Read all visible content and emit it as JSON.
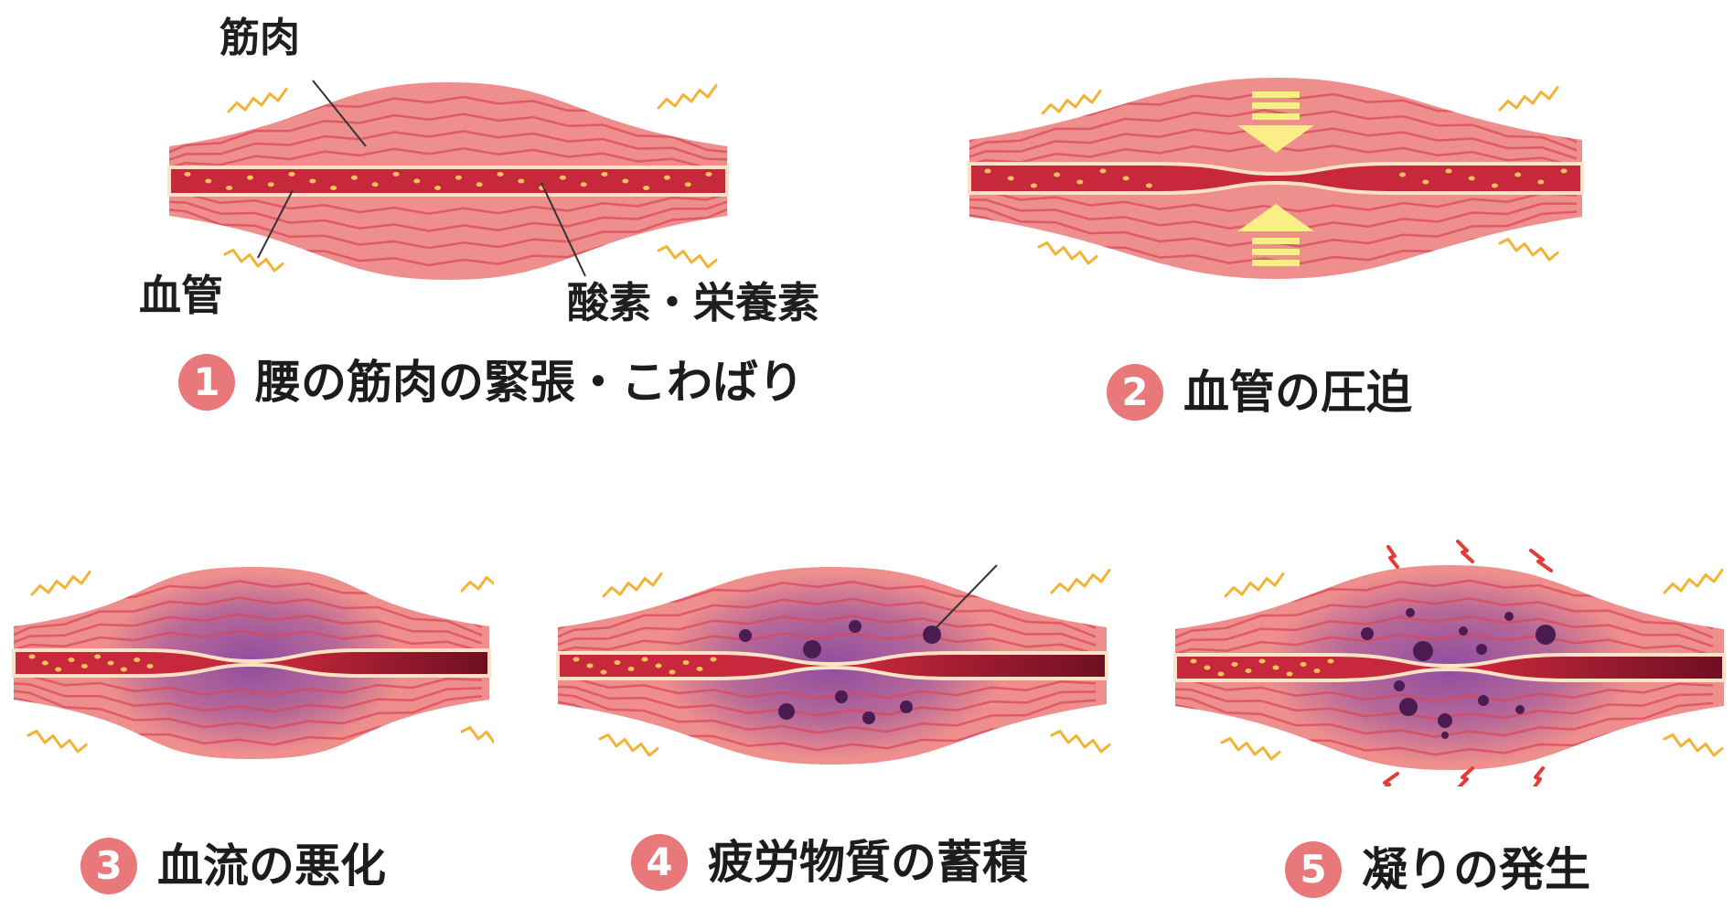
{
  "colors": {
    "muscle": "#ef8f8d",
    "muscle_stripe": "#d9475a",
    "vessel_red": "#c8283c",
    "vessel_dark": "#6e0e22",
    "vessel_wall": "#fde3c6",
    "nutrient": "#f7c45a",
    "squiggle": "#f3b233",
    "arrow": "#fbee86",
    "fatigue": "#8a4aa0",
    "dot": "#4a1c52",
    "spark": "#e63a36",
    "badge": "#e8787a"
  },
  "labels": {
    "muscle": "筋肉",
    "vessel": "血管",
    "oxygen": "酸素・栄養素"
  },
  "steps": [
    {
      "number": "1",
      "caption": "腰の筋肉の緊張・こわばり"
    },
    {
      "number": "2",
      "caption": "血管の圧迫"
    },
    {
      "number": "3",
      "caption": "血流の悪化"
    },
    {
      "number": "4",
      "caption": "疲労物質の蓄積"
    },
    {
      "number": "5",
      "caption": "凝りの発生"
    }
  ]
}
